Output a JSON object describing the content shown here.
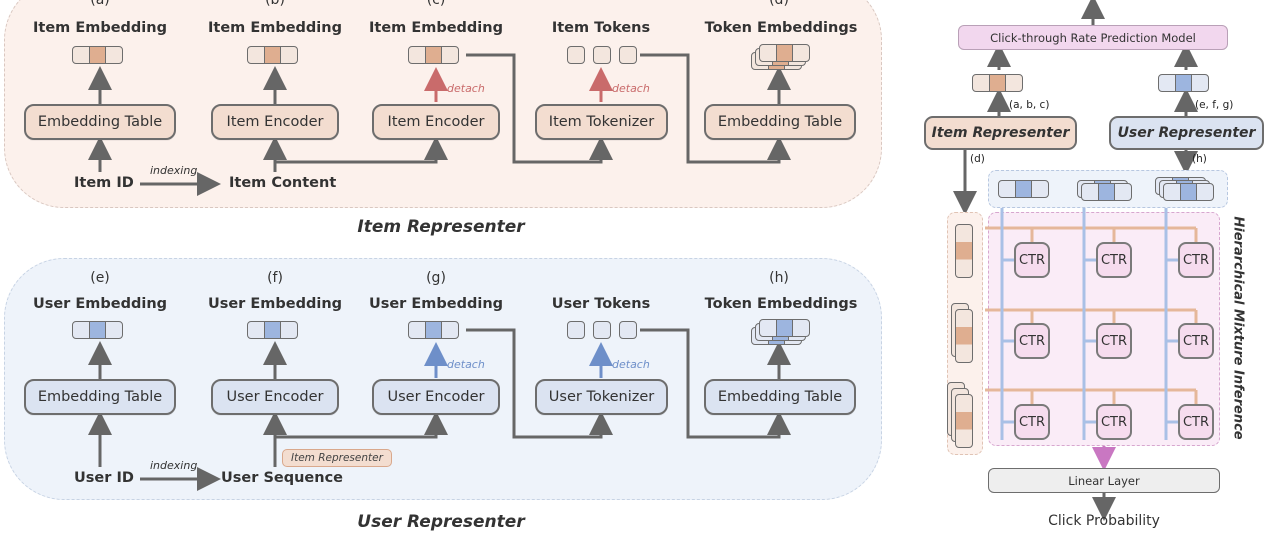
{
  "left": {
    "item": {
      "title": "Item Representer",
      "letters": [
        "(a)",
        "(b)",
        "(c)",
        "(d)"
      ],
      "outputs": [
        "Item Embedding",
        "Item Embedding",
        "Item Embedding",
        "Item Tokens",
        "Token Embeddings"
      ],
      "modules": [
        "Embedding Table",
        "Item Encoder",
        "Item Encoder",
        "Item Tokenizer",
        "Embedding Table"
      ],
      "inputs": {
        "id": "Item ID",
        "content": "Item Content",
        "indexing": "indexing"
      },
      "detach": "detach"
    },
    "user": {
      "title": "User Representer",
      "letters": [
        "(e)",
        "(f)",
        "(g)",
        "(h)"
      ],
      "outputs": [
        "User Embedding",
        "User Embedding",
        "User Embedding",
        "User Tokens",
        "Token Embeddings"
      ],
      "modules": [
        "Embedding Table",
        "User Encoder",
        "User Encoder",
        "User Tokenizer",
        "Embedding Table"
      ],
      "inputs": {
        "id": "User ID",
        "content": "User Sequence",
        "indexing": "indexing"
      },
      "detach": "detach",
      "item_representer_tag": "Item Representer"
    }
  },
  "right": {
    "ctr_model": "Click-through Rate Prediction Model",
    "item_representer": "Item Representer",
    "user_representer": "User Representer",
    "item_labels": "(a, b, c)",
    "user_labels": "(e, f, g)",
    "item_d": "(d)",
    "user_h": "(h)",
    "ctr_cell": "CTR",
    "hmi_title": "Hierarchical Mixture Inference",
    "linear_layer": "Linear Layer",
    "output": "Click Probability"
  },
  "colors": {
    "item": "#f3ddd0",
    "user": "#dbe3f1",
    "ctr": "#f6dcee",
    "detach_item": "#c96b6b",
    "detach_user": "#6e8fc9"
  }
}
